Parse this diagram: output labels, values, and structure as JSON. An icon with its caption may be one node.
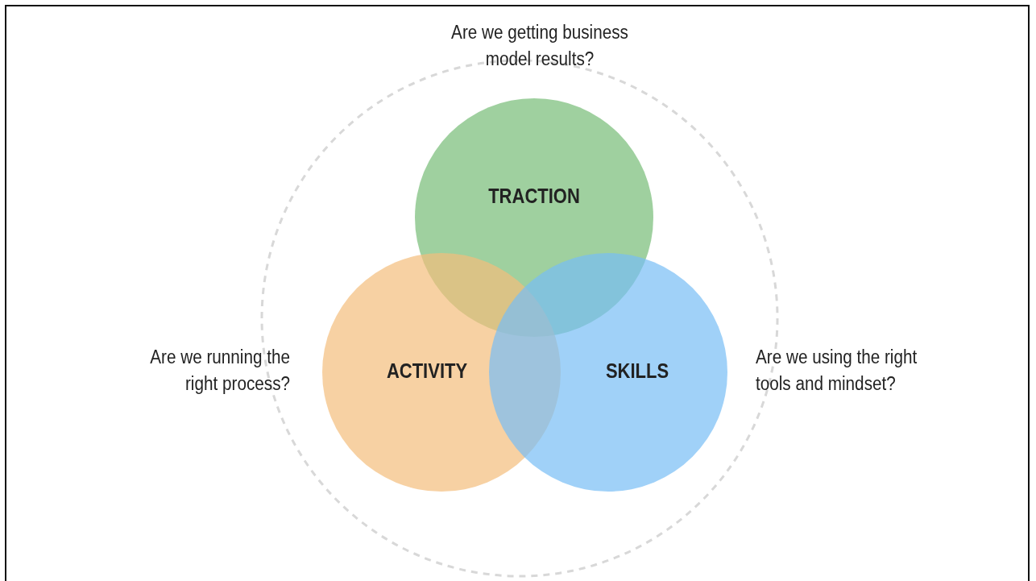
{
  "diagram": {
    "nodes": [
      {
        "text": [
          "TRACTION"
        ]
      },
      {
        "text": [
          "ACTIVITY"
        ]
      },
      {
        "text": [
          "SKILLS"
        ]
      }
    ],
    "edges": [],
    "labels": [
      "Are we getting business model results?",
      "Are we running the right process?",
      "Are we using the right tools and mindset?"
    ]
  }
}
